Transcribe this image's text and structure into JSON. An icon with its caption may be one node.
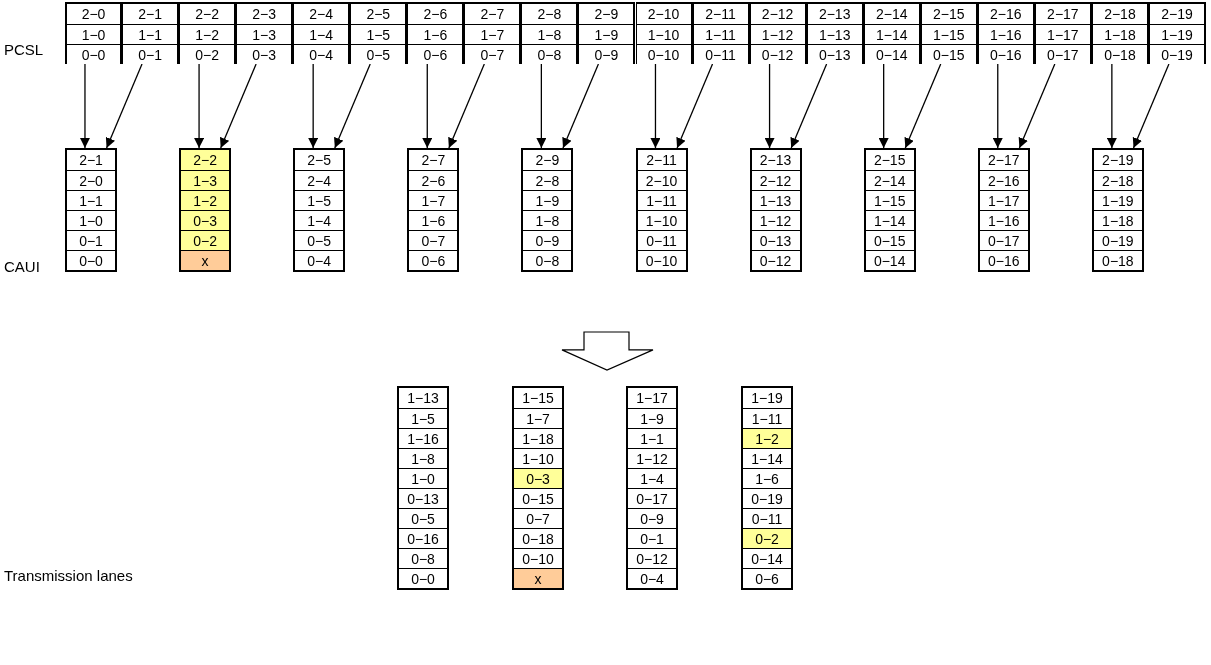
{
  "diagram": {
    "nodes": [
      {
        "text": [
          "PCSL"
        ]
      },
      {
        "text": [
          "2−0",
          "1−0",
          "0−0"
        ],
        "in": 0
      },
      {
        "text": [
          "2−1",
          "1−1",
          "0−1"
        ],
        "in": 0
      },
      {
        "text": [
          "2−2",
          "1−2",
          "0−2"
        ],
        "in": 0
      },
      {
        "text": [
          "2−3",
          "1−3",
          "0−3"
        ],
        "in": 0
      },
      {
        "text": [
          "2−4",
          "1−4",
          "0−4"
        ],
        "in": 0
      },
      {
        "text": [
          "2−5",
          "1−5",
          "0−5"
        ],
        "in": 0
      },
      {
        "text": [
          "2−6",
          "1−6",
          "0−6"
        ],
        "in": 0
      },
      {
        "text": [
          "2−7",
          "1−7",
          "0−7"
        ],
        "in": 0
      },
      {
        "text": [
          "2−8",
          "1−8",
          "0−8"
        ],
        "in": 0
      },
      {
        "text": [
          "2−9",
          "1−9",
          "0−9"
        ],
        "in": 0
      },
      {
        "text": [
          "2−10",
          "1−10",
          "0−10"
        ],
        "in": 0
      },
      {
        "text": [
          "2−11",
          "1−11",
          "0−11"
        ],
        "in": 0
      },
      {
        "text": [
          "2−12",
          "1−12",
          "0−12"
        ],
        "in": 0
      },
      {
        "text": [
          "2−13",
          "1−13",
          "0−13"
        ],
        "in": 0
      },
      {
        "text": [
          "2−14",
          "1−14",
          "0−14"
        ],
        "in": 0
      },
      {
        "text": [
          "2−15",
          "1−15",
          "0−15"
        ],
        "in": 0
      },
      {
        "text": [
          "2−16",
          "1−16",
          "0−16"
        ],
        "in": 0
      },
      {
        "text": [
          "2−17",
          "1−17",
          "0−17"
        ],
        "in": 0
      },
      {
        "text": [
          "2−18",
          "1−18",
          "0−18"
        ],
        "in": 0
      },
      {
        "text": [
          "2−19",
          "1−19",
          "0−19"
        ],
        "in": 0
      },
      {
        "text": [
          "CAUI"
        ]
      },
      {
        "text": [
          "2−1",
          "2−0",
          "1−1",
          "1−0",
          "0−1",
          "0−0"
        ],
        "in": 21
      },
      {
        "text": [
          "2−2",
          "1−3",
          "1−2",
          "0−3",
          "0−2",
          "x"
        ],
        "in": 21
      },
      {
        "text": [
          "2−5",
          "2−4",
          "1−5",
          "1−4",
          "0−5",
          "0−4"
        ],
        "in": 21
      },
      {
        "text": [
          "2−7",
          "2−6",
          "1−7",
          "1−6",
          "0−7",
          "0−6"
        ],
        "in": 21
      },
      {
        "text": [
          "2−9",
          "2−8",
          "1−9",
          "1−8",
          "0−9",
          "0−8"
        ],
        "in": 21
      },
      {
        "text": [
          "2−11",
          "2−10",
          "1−11",
          "1−10",
          "0−11",
          "0−10"
        ],
        "in": 21
      },
      {
        "text": [
          "2−13",
          "2−12",
          "1−13",
          "1−12",
          "0−13",
          "0−12"
        ],
        "in": 21
      },
      {
        "text": [
          "2−15",
          "2−14",
          "1−15",
          "1−14",
          "0−15",
          "0−14"
        ],
        "in": 21
      },
      {
        "text": [
          "2−17",
          "2−16",
          "1−17",
          "1−16",
          "0−17",
          "0−16"
        ],
        "in": 21
      },
      {
        "text": [
          "2−19",
          "2−18",
          "1−19",
          "1−18",
          "0−19",
          "0−18"
        ],
        "in": 21
      },
      {
        "text": [
          "Transmission lanes"
        ]
      },
      {
        "text": [
          "1−13",
          "1−5",
          "1−16",
          "1−8",
          "1−0",
          "0−13",
          "0−5",
          "0−16",
          "0−8",
          "0−0"
        ],
        "in": 32
      },
      {
        "text": [
          "1−15",
          "1−7",
          "1−18",
          "1−10",
          "0−3",
          "0−15",
          "0−7",
          "0−18",
          "0−10",
          "x"
        ],
        "in": 32
      },
      {
        "text": [
          "1−17",
          "1−9",
          "1−1",
          "1−12",
          "1−4",
          "0−17",
          "0−9",
          "0−1",
          "0−12",
          "0−4"
        ],
        "in": 32
      },
      {
        "text": [
          "1−19",
          "1−11",
          "1−2",
          "1−14",
          "1−6",
          "0−19",
          "0−11",
          "0−2",
          "0−14",
          "0−6"
        ],
        "in": 32
      }
    ],
    "edges": [
      {
        "from": 1,
        "to": 22,
        "arrow": "to"
      },
      {
        "from": 2,
        "to": 22,
        "arrow": "to"
      },
      {
        "from": 3,
        "to": 23,
        "arrow": "to"
      },
      {
        "from": 4,
        "to": 23,
        "arrow": "to"
      },
      {
        "from": 5,
        "to": 24,
        "arrow": "to"
      },
      {
        "from": 6,
        "to": 24,
        "arrow": "to"
      },
      {
        "from": 7,
        "to": 25,
        "arrow": "to"
      },
      {
        "from": 8,
        "to": 25,
        "arrow": "to"
      },
      {
        "from": 9,
        "to": 26,
        "arrow": "to"
      },
      {
        "from": 10,
        "to": 26,
        "arrow": "to"
      },
      {
        "from": 11,
        "to": 27,
        "arrow": "to"
      },
      {
        "from": 12,
        "to": 27,
        "arrow": "to"
      },
      {
        "from": 13,
        "to": 28,
        "arrow": "to"
      },
      {
        "from": 14,
        "to": 28,
        "arrow": "to"
      },
      {
        "from": 15,
        "to": 29,
        "arrow": "to"
      },
      {
        "from": 16,
        "to": 29,
        "arrow": "to"
      },
      {
        "from": 17,
        "to": 30,
        "arrow": "to"
      },
      {
        "from": 18,
        "to": 30,
        "arrow": "to"
      },
      {
        "from": 19,
        "to": 31,
        "arrow": "to"
      },
      {
        "from": 20,
        "to": 31,
        "arrow": "to"
      },
      {
        "from": 21,
        "to": 32,
        "arrow": "to",
        "style": "thick"
      }
    ]
  }
}
